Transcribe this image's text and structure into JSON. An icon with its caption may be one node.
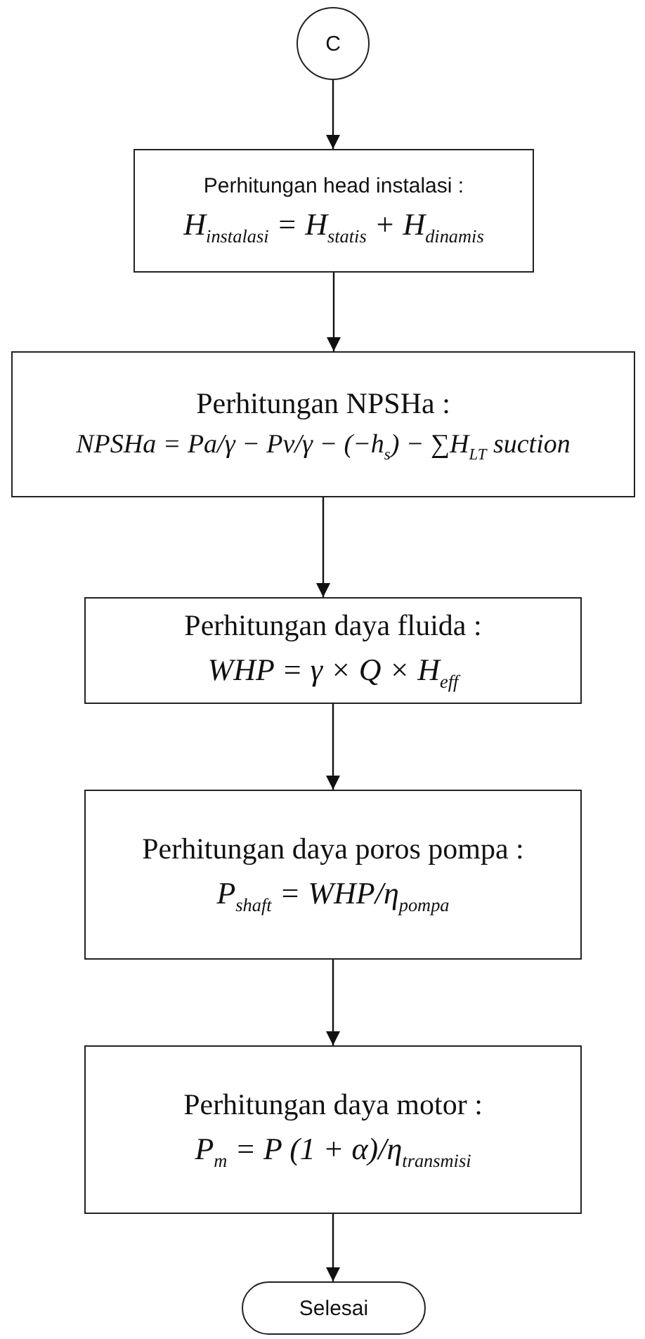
{
  "diagram": {
    "nodes": [
      {
        "text": [
          "C"
        ]
      },
      {
        "text": [
          "Perhitungan head instalasi :",
          "H$_{instalasi}$ = H$_{statis}$ + H$_{dinamis}$"
        ]
      },
      {
        "text": [
          "Perhitungan NPSHa :",
          "NPSHa = Pa/γ − Pv/γ − (−h$_{s}$) − ∑H$_{LT}$ suction"
        ]
      },
      {
        "text": [
          "Perhitungan daya fluida :",
          "WHP = γ × Q × H$_{eff}$"
        ]
      },
      {
        "text": [
          "Perhitungan daya poros pompa :",
          "P$_{shaft}$ = WHP/η$_{pompa}$"
        ]
      },
      {
        "text": [
          "Perhitungan daya motor :",
          "P$_{m}$ = P (1 + α)/η$_{transmisi}$"
        ]
      },
      {
        "text": [
          "Selesai"
        ]
      }
    ],
    "edges": [
      {
        "from": 0,
        "to": 1,
        "arrow": "to"
      },
      {
        "from": 1,
        "to": 2,
        "arrow": "to"
      },
      {
        "from": 2,
        "to": 3,
        "arrow": "to"
      },
      {
        "from": 3,
        "to": 4,
        "arrow": "to"
      },
      {
        "from": 4,
        "to": 5,
        "arrow": "to"
      },
      {
        "from": 5,
        "to": 6,
        "arrow": "to"
      }
    ]
  }
}
